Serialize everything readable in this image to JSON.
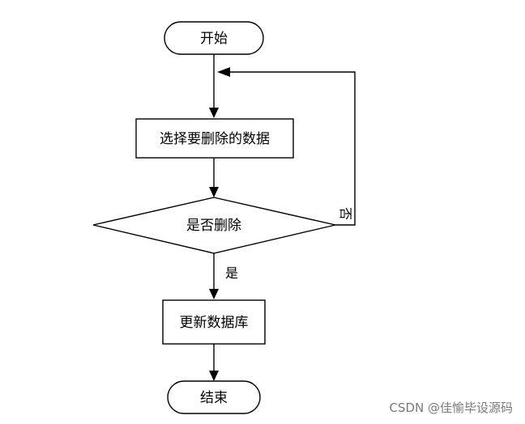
{
  "nodes": {
    "start": "开始",
    "select_data": "选择要删除的数据",
    "decision": "是否删除",
    "update_db": "更新数据库",
    "end": "结束"
  },
  "edges": {
    "yes_label": "是",
    "no_label": "否"
  },
  "watermark": "CSDN @佳愉毕设源码"
}
